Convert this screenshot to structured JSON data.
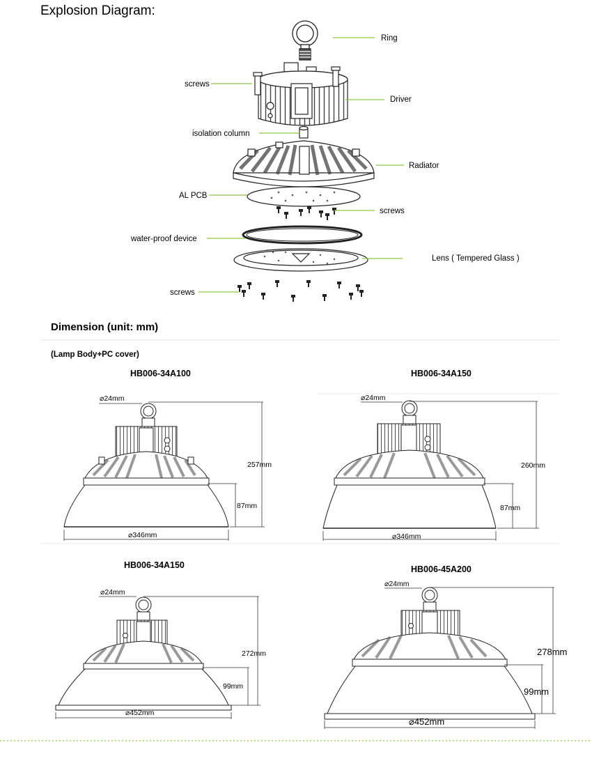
{
  "explosion": {
    "title": "Explosion Diagram:",
    "labels": {
      "ring": "Ring",
      "screws_top": "screws",
      "driver": "Driver",
      "isolation": "isolation column",
      "radiator": "Radiator",
      "alpcb": "AL PCB",
      "screws_mid": "screws",
      "waterproof": "water-proof device",
      "lens": "Lens ( Tempered Glass )",
      "screws_bottom": "screws"
    },
    "line_color": "#8dc63f"
  },
  "dimension": {
    "title": "Dimension (unit: mm)",
    "subtitle": "(Lamp Body+PC cover)",
    "models": [
      {
        "name": "HB006-34A100",
        "ring": "⌀24mm",
        "height": "257mm",
        "cover": "87mm",
        "diameter": "⌀346mm"
      },
      {
        "name": "HB006-34A150",
        "ring": "⌀24mm",
        "height": "260mm",
        "cover": "87mm",
        "diameter": "⌀346mm"
      },
      {
        "name": "HB006-34A150",
        "ring": "⌀24mm",
        "height": "272mm",
        "cover": "99mm",
        "diameter": "⌀452mm"
      },
      {
        "name": "HB006-45A200",
        "ring": "⌀24mm",
        "height": "278mm",
        "cover": "99mm",
        "diameter": "⌀452mm"
      }
    ]
  },
  "footer_line_color": "#8dc63f"
}
